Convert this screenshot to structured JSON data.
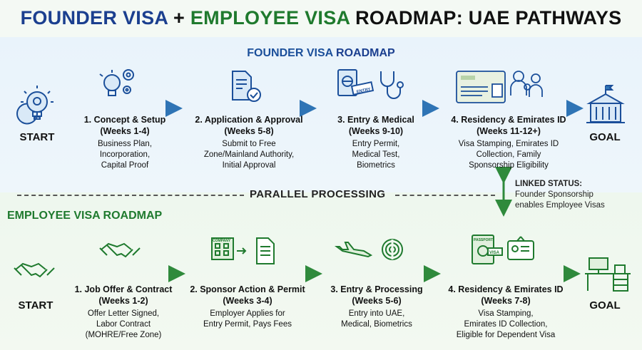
{
  "title": {
    "part1": "FOUNDER VISA",
    "part2": " + ",
    "part3": "EMPLOYEE VISA",
    "part4": " ROADMAP: UAE PATHWAYS"
  },
  "founder": {
    "section_title_a": "FOUNDER VISA",
    "section_title_b": " ROADMAP",
    "start": "START",
    "goal": "GOAL",
    "steps": [
      {
        "title": "1. Concept & Setup",
        "weeks": "(Weeks 1-4)",
        "desc": [
          "Business Plan,",
          "Incorporation,",
          "Capital Proof"
        ]
      },
      {
        "title": "2. Application & Approval",
        "weeks": "(Weeks 5-8)",
        "desc": [
          "Submit to Free",
          "Zone/Mainland Authority,",
          "Initial Approval"
        ]
      },
      {
        "title": "3. Entry & Medical",
        "weeks": "(Weeks 9-10)",
        "desc": [
          "Entry Permit,",
          "Medical Test,",
          "Biometrics"
        ]
      },
      {
        "title": "4. Residency & Emirates ID",
        "weeks": "(Weeks 11-12+)",
        "desc": [
          "Visa Stamping, Emirates ID",
          "Collection, Family",
          "Sponsorship Eligibility"
        ]
      }
    ]
  },
  "parallel": {
    "label": "PARALLEL PROCESSING"
  },
  "linked": {
    "head": "LINKED STATUS:",
    "line1": "Founder Sponsorship",
    "line2": "enables Employee Visas"
  },
  "employee": {
    "section_title": "EMPLOYEE VISA ROADMAP",
    "start": "START",
    "goal": "GOAL",
    "steps": [
      {
        "title": "1. Job Offer & Contract",
        "weeks": "(Weeks 1-2)",
        "desc": [
          "Offer Letter Signed,",
          "Labor Contract",
          "(MOHRE/Free Zone)"
        ]
      },
      {
        "title": "2. Sponsor Action & Permit",
        "weeks": "(Weeks 3-4)",
        "desc": [
          "Employer Applies for",
          "Entry Permit, Pays Fees"
        ]
      },
      {
        "title": "3. Entry & Processing",
        "weeks": "(Weeks 5-6)",
        "desc": [
          "Entry into UAE,",
          "Medical, Biometrics"
        ]
      },
      {
        "title": "4. Residency & Emirates ID",
        "weeks": "(Weeks 7-8)",
        "desc": [
          "Visa Stamping,",
          "Emirates ID Collection,",
          "Eligible for Dependent Visa"
        ]
      }
    ]
  },
  "icon_text": {
    "entry": "ENTRY",
    "company": "COMPANY",
    "passport": "PASSPORT",
    "visa": "VISA"
  },
  "colors": {
    "founder_blue": "#1b4f9a",
    "employee_green": "#1f7a2e",
    "founder_arrow": "#2f74b5",
    "employee_arrow": "#2f8a3c"
  }
}
